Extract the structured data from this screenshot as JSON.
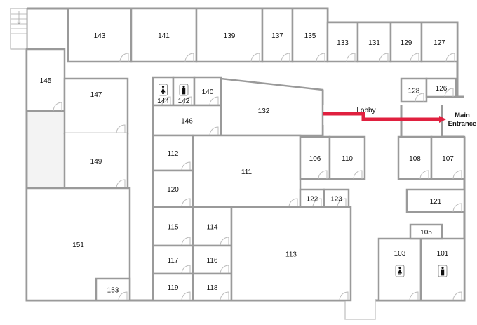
{
  "rooms": {
    "r143": "143",
    "r141": "141",
    "r139": "139",
    "r137": "137",
    "r135": "135",
    "r133": "133",
    "r131": "131",
    "r129": "129",
    "r127": "127",
    "r145": "145",
    "r147": "147",
    "r149": "149",
    "r151": "151",
    "r153": "153",
    "r144": "144",
    "r142": "142",
    "r140": "140",
    "r146": "146",
    "r132": "132",
    "r112": "112",
    "r120": "120",
    "r111": "111",
    "r106": "106",
    "r110": "110",
    "r122": "122",
    "r123": "123",
    "r128": "128",
    "r126": "126",
    "r108": "108",
    "r107": "107",
    "r121": "121",
    "r105": "105",
    "r103": "103",
    "r101": "101",
    "r115": "115",
    "r114": "114",
    "r117": "117",
    "r116": "116",
    "r119": "119",
    "r118": "118",
    "r113": "113"
  },
  "lobby_label": "Lobby",
  "entrance_label_line1": "Main",
  "entrance_label_line2": "Entrance",
  "colors": {
    "route": "#e0203f",
    "wall": "#9a9a9a"
  }
}
